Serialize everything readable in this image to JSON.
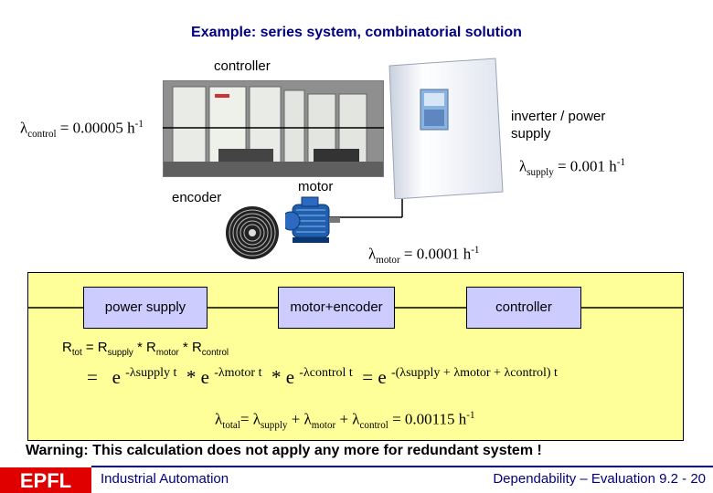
{
  "slide": {
    "title": "Example: series system, combinatorial solution",
    "warning": "Warning: This calculation does not apply any more for redundant system !"
  },
  "labels": {
    "controller": "controller",
    "inverter": "inverter / power",
    "inverter_line2": "supply",
    "motor": "motor",
    "encoder": "encoder"
  },
  "rates": {
    "control": {
      "symbol": "λ",
      "sub": "control",
      "text": " = 0.00005 h",
      "sup": "-1"
    },
    "supply": {
      "symbol": "λ",
      "sub": "supply",
      "text": " = 0.001 h",
      "sup": "-1"
    },
    "motor": {
      "symbol": "λ",
      "sub": "motor",
      "text": " = 0.0001 h",
      "sup": "-1"
    }
  },
  "blocks": [
    "power supply",
    "motor+encoder",
    "controller"
  ],
  "formula": {
    "rtot": "R",
    "rtot_sub": "tot",
    "rtot_rest": " = R",
    "supply_sub": "supply",
    "mul1": " * R",
    "motor_sub": "motor",
    "mul2": " * R",
    "control_sub": "control",
    "eq_equal": "=",
    "eq_e": "e",
    "eq_exp1": "-λsupply t",
    "eq_star1": "*",
    "eq_exp2": "-λmotor t",
    "eq_star2": "*",
    "eq_exp3": "-λcontrol t",
    "eq_equal2": "=",
    "eq_exp4": "-(λsupply + λmotor + λcontrol) t",
    "total_lambda": "λ",
    "total_sub": "total",
    "total_eq": "= λ",
    "total_s1": "supply",
    "total_plus1": " + λ",
    "total_s2": "motor",
    "total_plus2": " + λ",
    "total_s3": "control",
    "total_val": " = 0.00115 h",
    "total_sup": "-1"
  },
  "footer": {
    "left": "Industrial Automation",
    "right": "Dependability – Evaluation 9.2 - 20",
    "logo": "EPFL"
  },
  "colors": {
    "title": "#000080",
    "panel": "#ffff99",
    "block": "#ccccff",
    "footer": "#000080"
  }
}
